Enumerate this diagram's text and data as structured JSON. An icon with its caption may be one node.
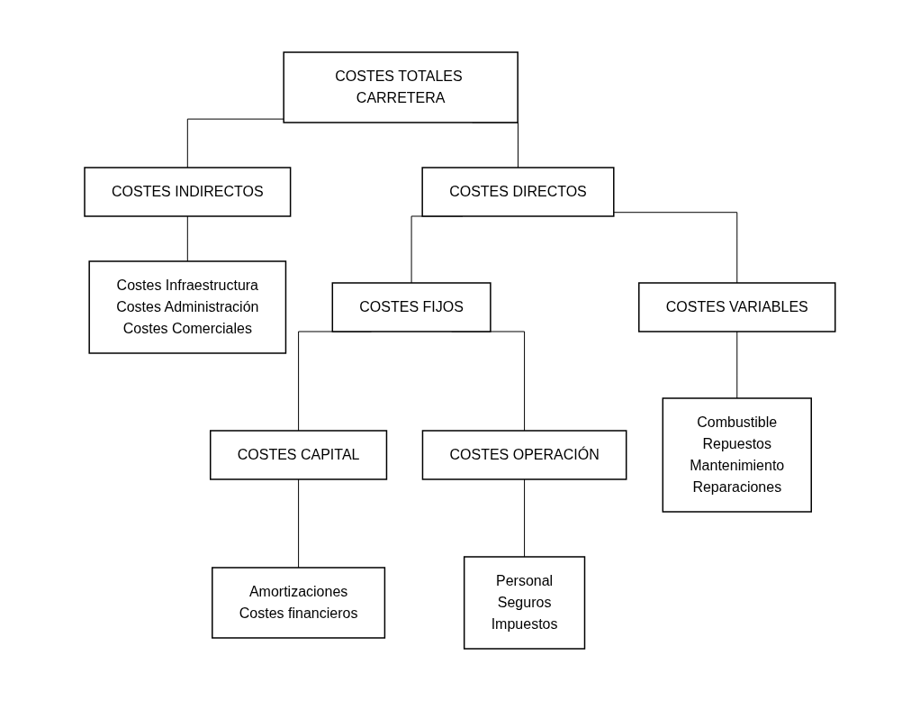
{
  "diagram": {
    "nodes": [
      {
        "text": [
          "COSTES TOTALES CARRETERA"
        ]
      },
      {
        "text": [
          "COSTES INDIRECTOS"
        ]
      },
      {
        "text": [
          "COSTES DIRECTOS"
        ]
      },
      {
        "text": [
          "Costes Infraestructura",
          "Costes Administración",
          "Costes Comerciales"
        ]
      },
      {
        "text": [
          "COSTES FIJOS"
        ]
      },
      {
        "text": [
          "COSTES VARIABLES"
        ]
      },
      {
        "text": [
          "COSTES CAPITAL"
        ]
      },
      {
        "text": [
          "COSTES OPERACIÓN"
        ]
      },
      {
        "text": [
          "Amortizaciones",
          "Costes financieros"
        ]
      },
      {
        "text": [
          "Personal",
          "Seguros",
          "Impuestos"
        ]
      },
      {
        "text": [
          "Combustible",
          "Repuestos",
          "Mantenimiento",
          "Reparaciones"
        ]
      }
    ],
    "edges": [
      {
        "from": 0,
        "to": 1,
        "arrow": "none"
      },
      {
        "from": 0,
        "to": 2,
        "arrow": "none"
      },
      {
        "from": 1,
        "to": 3,
        "arrow": "none"
      },
      {
        "from": 2,
        "to": 4,
        "arrow": "none"
      },
      {
        "from": 2,
        "to": 5,
        "arrow": "none"
      },
      {
        "from": 4,
        "to": 6,
        "arrow": "none"
      },
      {
        "from": 4,
        "to": 7,
        "arrow": "none"
      },
      {
        "from": 6,
        "to": 8,
        "arrow": "none"
      },
      {
        "from": 7,
        "to": 9,
        "arrow": "none"
      },
      {
        "from": 5,
        "to": 10,
        "arrow": "none"
      }
    ]
  }
}
